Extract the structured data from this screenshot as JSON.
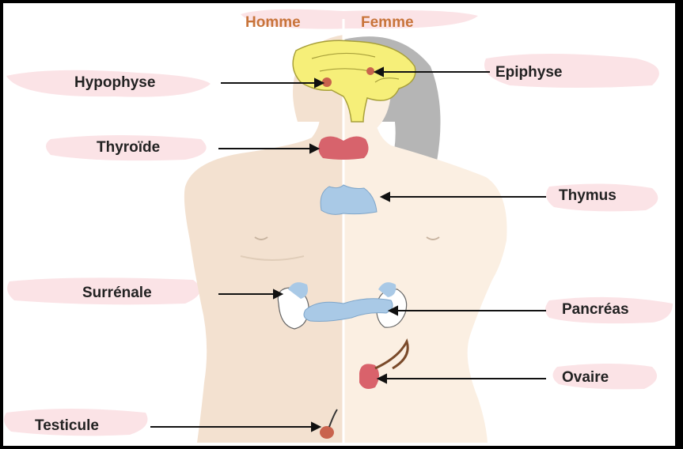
{
  "header": {
    "left": "Homme",
    "right": "Femme"
  },
  "labels": {
    "hypophyse": "Hypophyse",
    "epiphyse": "Epiphyse",
    "thyroide": "Thyroïde",
    "thymus": "Thymus",
    "surrenale": "Surrénale",
    "pancreas": "Pancréas",
    "ovaire": "Ovaire",
    "testicule": "Testicule"
  },
  "colors": {
    "skin_male": "#f3e0cf",
    "skin_female": "#fbeee0",
    "hair": "#b8b8b8",
    "brain": "#f5f07a",
    "thyroid": "#d9626b",
    "thymus": "#a9c9e6",
    "pink_highlight": "#fbe3e6"
  }
}
